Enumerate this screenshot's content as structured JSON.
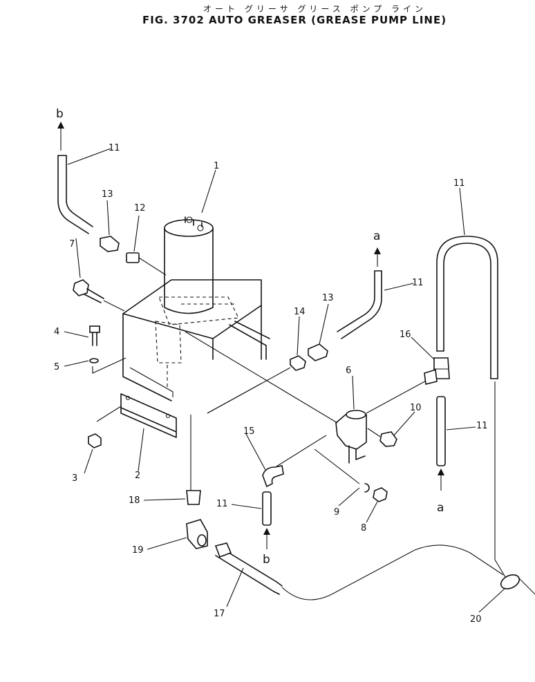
{
  "header": {
    "japanese_title": "オート グリーサ グリース ポンプ ライン",
    "figure_title": "FIG. 3702  AUTO GREASER (GREASE PUMP LINE)"
  },
  "callouts": {
    "p1": "1",
    "p2": "2",
    "p3": "3",
    "p4": "4",
    "p5": "5",
    "p6": "6",
    "p7": "7",
    "p8": "8",
    "p9": "9",
    "p10": "10",
    "p11a": "11",
    "p11b": "11",
    "p11c": "11",
    "p11d": "11",
    "p11e": "11",
    "p12": "12",
    "p13a": "13",
    "p13b": "13",
    "p14": "14",
    "p15": "15",
    "p16": "16",
    "p17": "17",
    "p18": "18",
    "p19": "19",
    "p20": "20"
  },
  "connection_markers": {
    "b_top": "b",
    "b_bottom": "b",
    "a_top": "a",
    "a_bottom": "a"
  }
}
